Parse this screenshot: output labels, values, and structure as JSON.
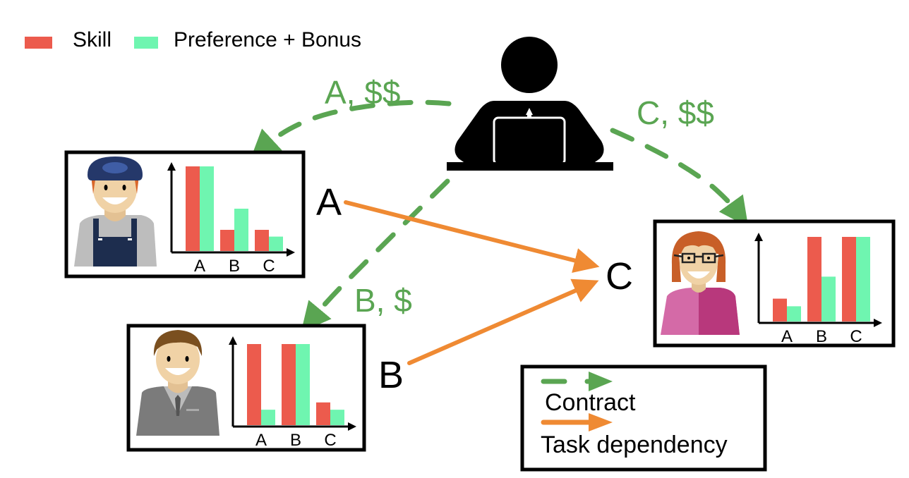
{
  "legend_top": {
    "items": [
      {
        "label": "Skill",
        "color": "#ec5b4d"
      },
      {
        "label": "Preference + Bonus",
        "color": "#6ff5b0"
      }
    ]
  },
  "colors": {
    "contract": "#5aa552",
    "dependency": "#ef8a33",
    "skill": "#ec5b4d",
    "preference": "#6ff5b0",
    "frame": "#000000"
  },
  "contracts": [
    {
      "label": "A, $$",
      "to": "worker-a"
    },
    {
      "label": "B, $",
      "to": "worker-b"
    },
    {
      "label": "C, $$",
      "to": "worker-c"
    }
  ],
  "tasks": {
    "a": "A",
    "b": "B",
    "c": "C"
  },
  "dependencies": [
    {
      "from": "A",
      "to": "C"
    },
    {
      "from": "B",
      "to": "C"
    }
  ],
  "legend_bottom": {
    "contract_label": "Contract",
    "dependency_label": "Task dependency"
  },
  "chart_data": [
    {
      "type": "bar",
      "title": "Worker A (mechanic)",
      "categories": [
        "A",
        "B",
        "C"
      ],
      "series": [
        {
          "name": "Skill",
          "values": [
            1.0,
            0.25,
            0.25
          ]
        },
        {
          "name": "Preference + Bonus",
          "values": [
            1.0,
            0.5,
            0.17
          ]
        }
      ],
      "ylim": [
        0,
        1.1
      ],
      "xlabel": "",
      "ylabel": ""
    },
    {
      "type": "bar",
      "title": "Worker B (office)",
      "categories": [
        "A",
        "B",
        "C"
      ],
      "series": [
        {
          "name": "Skill",
          "values": [
            1.0,
            1.0,
            0.28
          ]
        },
        {
          "name": "Preference + Bonus",
          "values": [
            0.19,
            1.0,
            0.19
          ]
        }
      ],
      "ylim": [
        0,
        1.1
      ],
      "xlabel": "",
      "ylabel": ""
    },
    {
      "type": "bar",
      "title": "Worker C (glasses)",
      "categories": [
        "A",
        "B",
        "C"
      ],
      "series": [
        {
          "name": "Skill",
          "values": [
            0.27,
            1.0,
            1.0
          ]
        },
        {
          "name": "Preference + Bonus",
          "values": [
            0.18,
            0.53,
            1.0
          ]
        }
      ],
      "ylim": [
        0,
        1.1
      ],
      "xlabel": "",
      "ylabel": ""
    }
  ]
}
